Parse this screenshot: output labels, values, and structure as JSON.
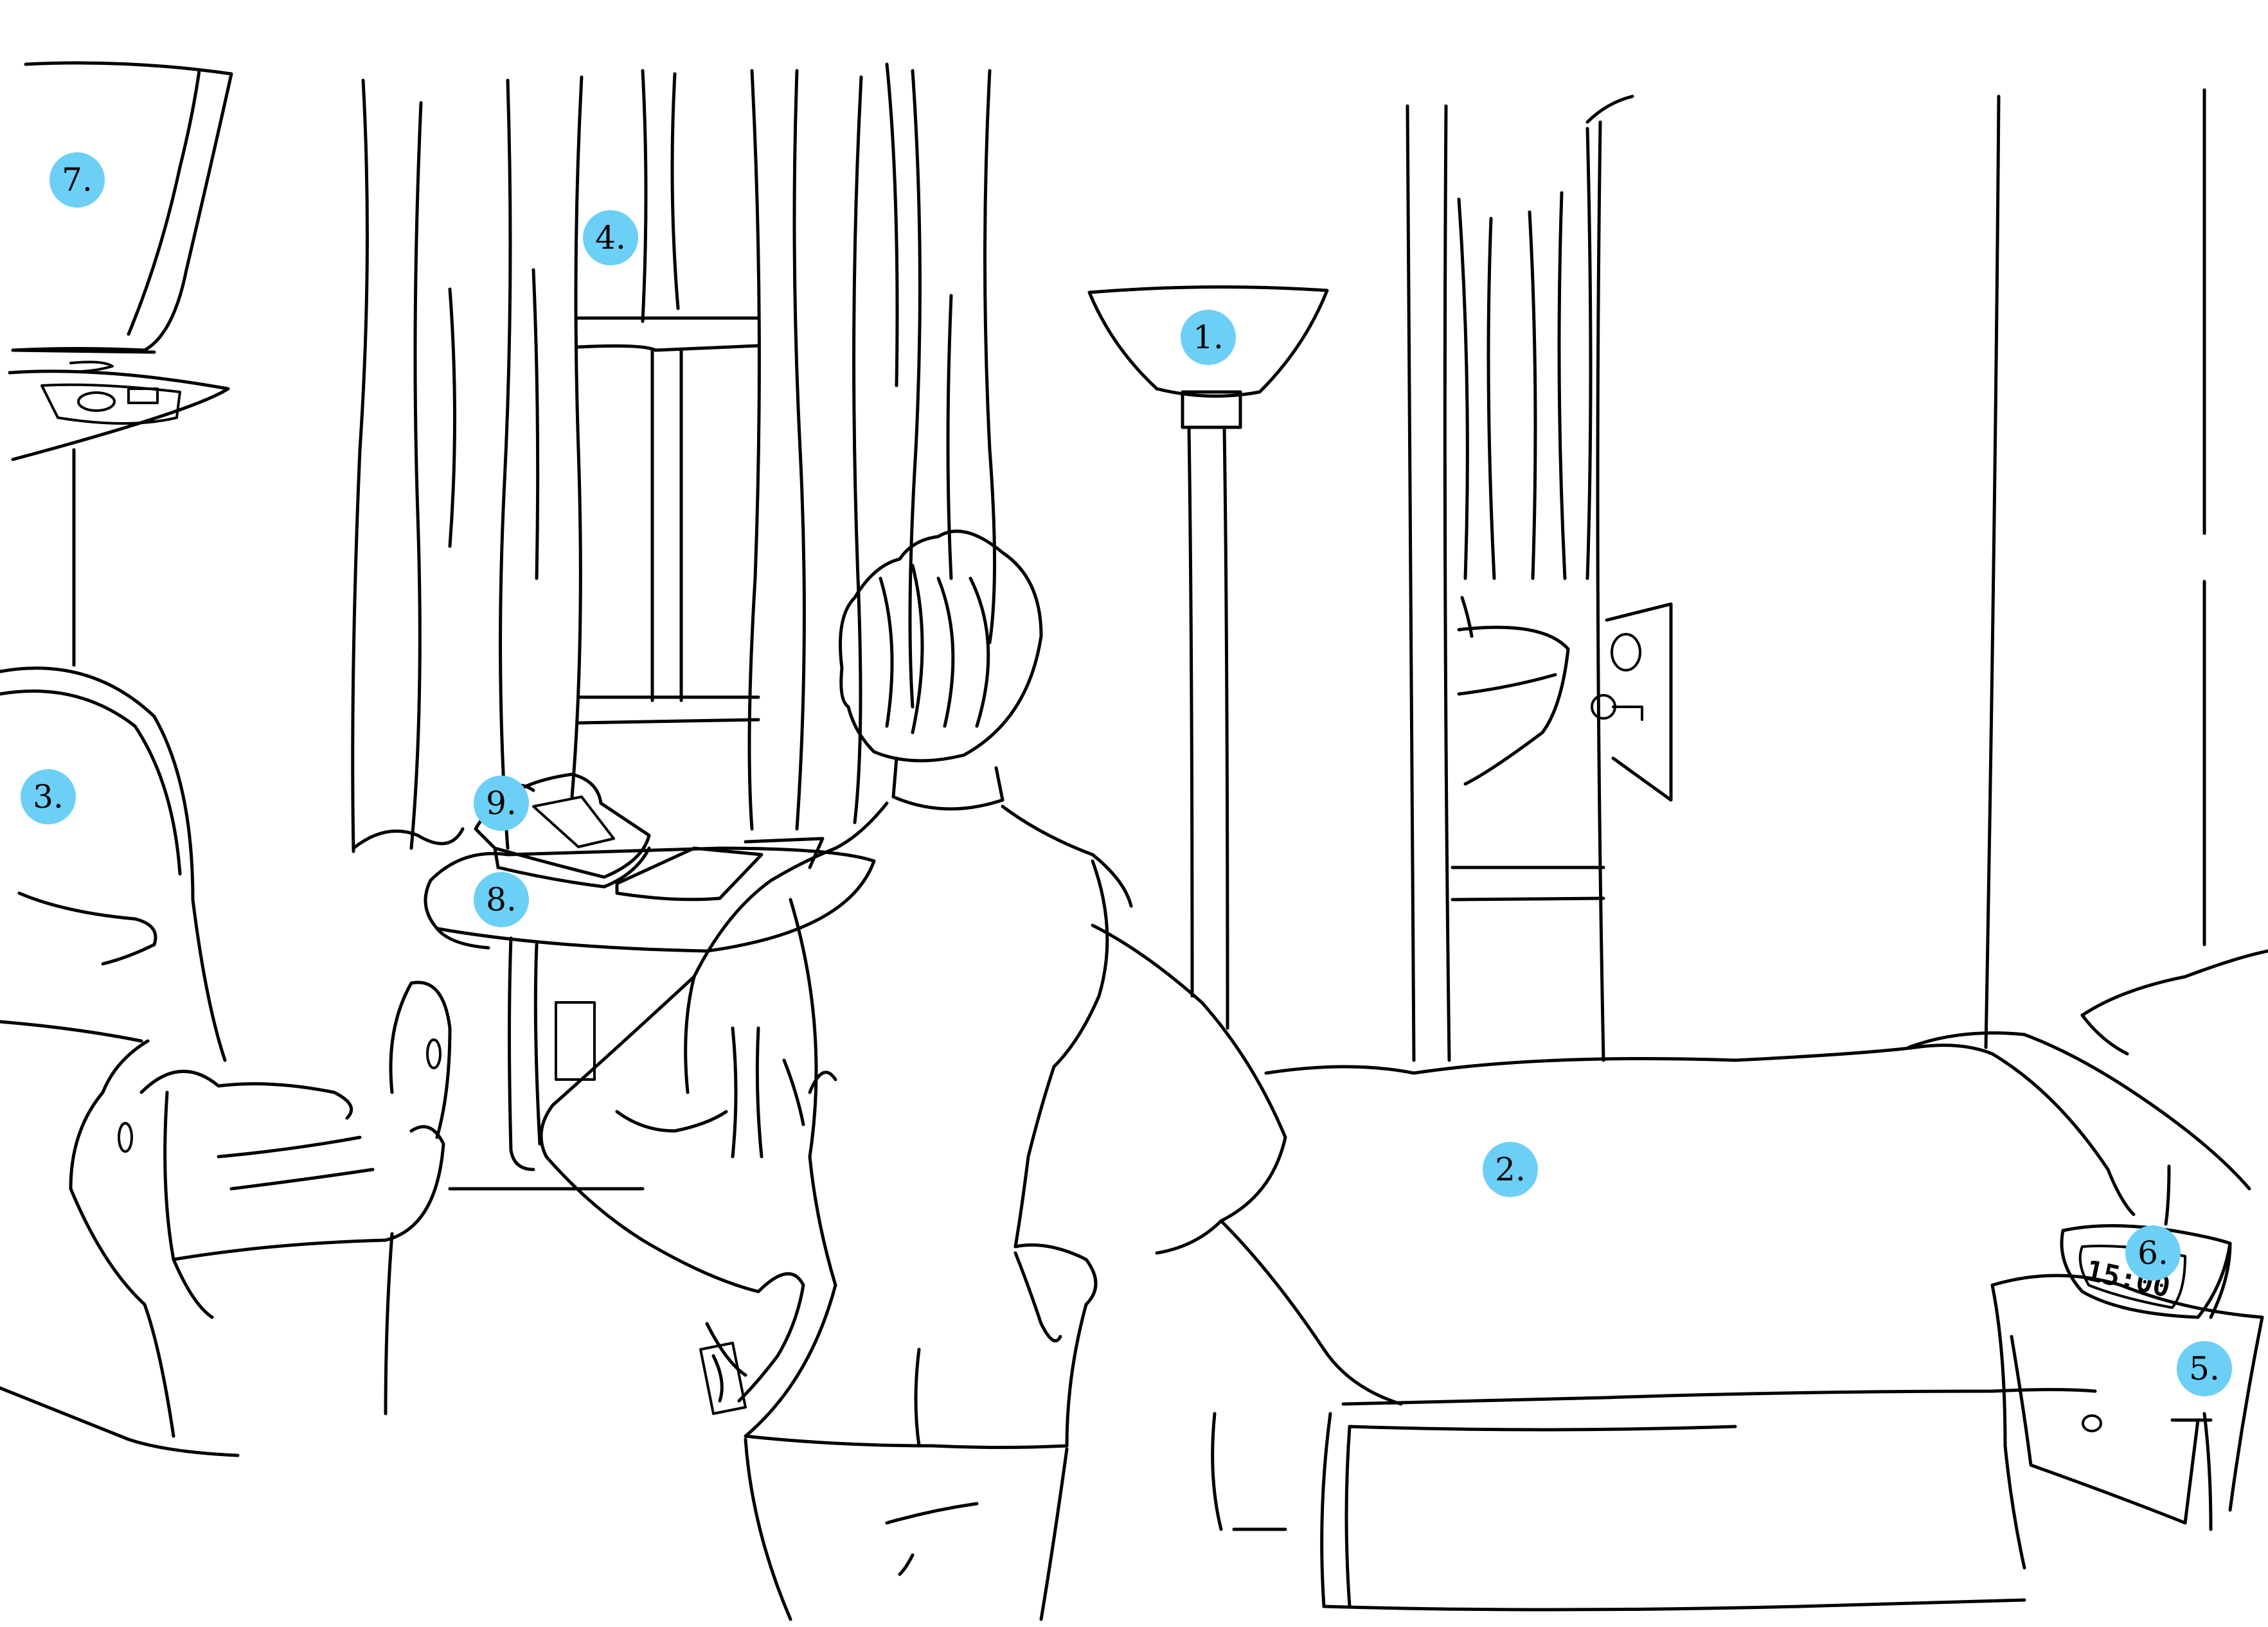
{
  "marker_color": "#6ccff6",
  "markers": [
    {
      "id": "lamp",
      "label": "1."
    },
    {
      "id": "bed",
      "label": "2."
    },
    {
      "id": "armchair",
      "label": "3."
    },
    {
      "id": "curtains",
      "label": "4."
    },
    {
      "id": "nightstand",
      "label": "5."
    },
    {
      "id": "alarm-clock",
      "label": "6."
    },
    {
      "id": "television",
      "label": "7."
    },
    {
      "id": "desk",
      "label": "8."
    },
    {
      "id": "telephone",
      "label": "9."
    }
  ],
  "clock_display": "15:00"
}
